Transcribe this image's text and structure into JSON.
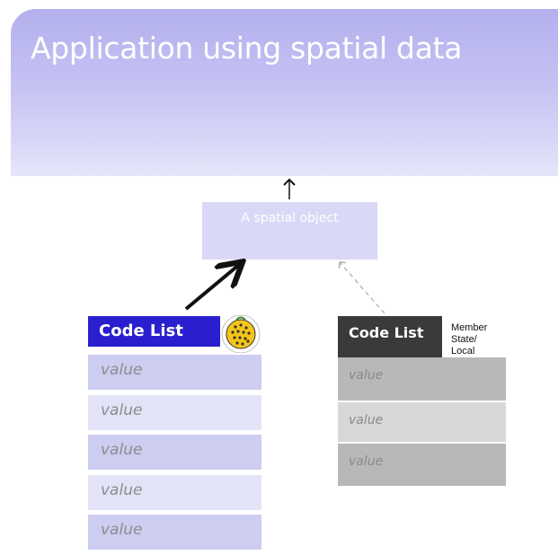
{
  "banner": {
    "title": "Application using spatial data"
  },
  "spatial_object": {
    "label": "A spatial object"
  },
  "inspire_code_list": {
    "title": "Code List",
    "logo_icon": "inspire-logo-icon",
    "values": [
      "value",
      "value",
      "value",
      "value",
      "value"
    ],
    "header_color": "#2a1fcf"
  },
  "member_state_code_list": {
    "title": "Code List",
    "scope_label": [
      "Member",
      "State/",
      "Local"
    ],
    "values": [
      "value",
      "value",
      "value"
    ],
    "header_color": "#3a3a3a"
  },
  "colors": {
    "banner_top": "#b3b0ee",
    "banner_bottom": "#e6e6fa",
    "spatial_object_fill": "#d9d8f7"
  }
}
